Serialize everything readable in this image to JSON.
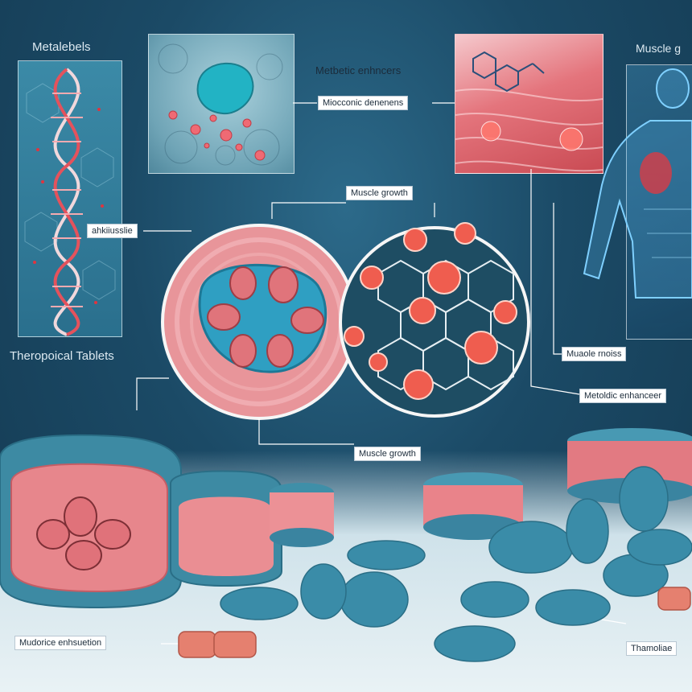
{
  "labels": {
    "metalebels": "Metalebels",
    "metbetic_enhncers": "Metbetic enhncers",
    "muscle_g": "Muscle g",
    "theropoical_tablets": "Theropoical Tablets"
  },
  "callouts": {
    "miocconic_denenens": "Miocconic denenens",
    "muscle_growth_top": "Muscle growth",
    "ahkiiusslie": "ahkiiusslie",
    "muaole_rnoiss": "Muaole rnoiss",
    "metoldic_enhanceer": "Metoldic enhanceer",
    "muscle_growth_bottom": "Muscle growth",
    "mudorice_enhsuetion": "Mudorice enhsuetion",
    "thamoliae": "Thamoliae"
  },
  "colors": {
    "background": "#1b4a66",
    "tablet_blue": "#3f8fa8",
    "tissue_pink": "#e07f86",
    "muscle_red": "#d6474e",
    "hologram_blue": "#58b9ef"
  }
}
